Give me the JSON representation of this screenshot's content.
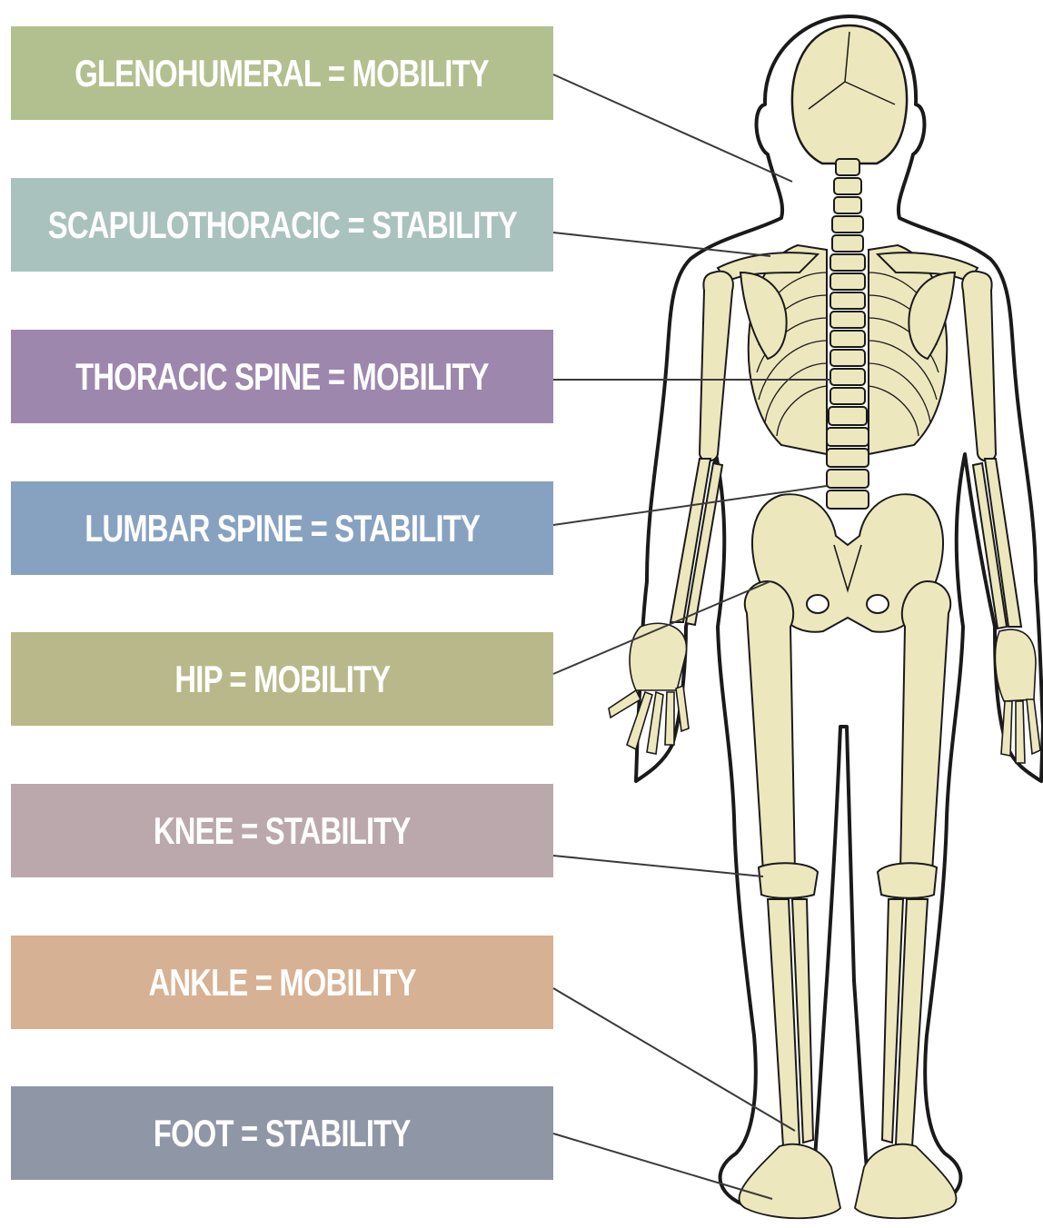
{
  "labels": [
    {
      "text": "GLENOHUMERAL = MOBILITY",
      "color": "#b2c08f"
    },
    {
      "text": "SCAPULOTHORACIC = STABILITY",
      "color": "#a9c2bd"
    },
    {
      "text": "THORACIC SPINE = MOBILITY",
      "color": "#9d87ac"
    },
    {
      "text": "LUMBAR SPINE = STABILITY",
      "color": "#87a2c1"
    },
    {
      "text": "HIP = MOBILITY",
      "color": "#b9b88a"
    },
    {
      "text": "KNEE = STABILITY",
      "color": "#bba8ad"
    },
    {
      "text": "ANKLE = MOBILITY",
      "color": "#d7b193"
    },
    {
      "text": "FOOT = STABILITY",
      "color": "#8f96a6"
    }
  ],
  "colors": {
    "bone": "#ece7bd",
    "outline": "#1a1a1a",
    "leader_line": "#3a3a3a"
  }
}
